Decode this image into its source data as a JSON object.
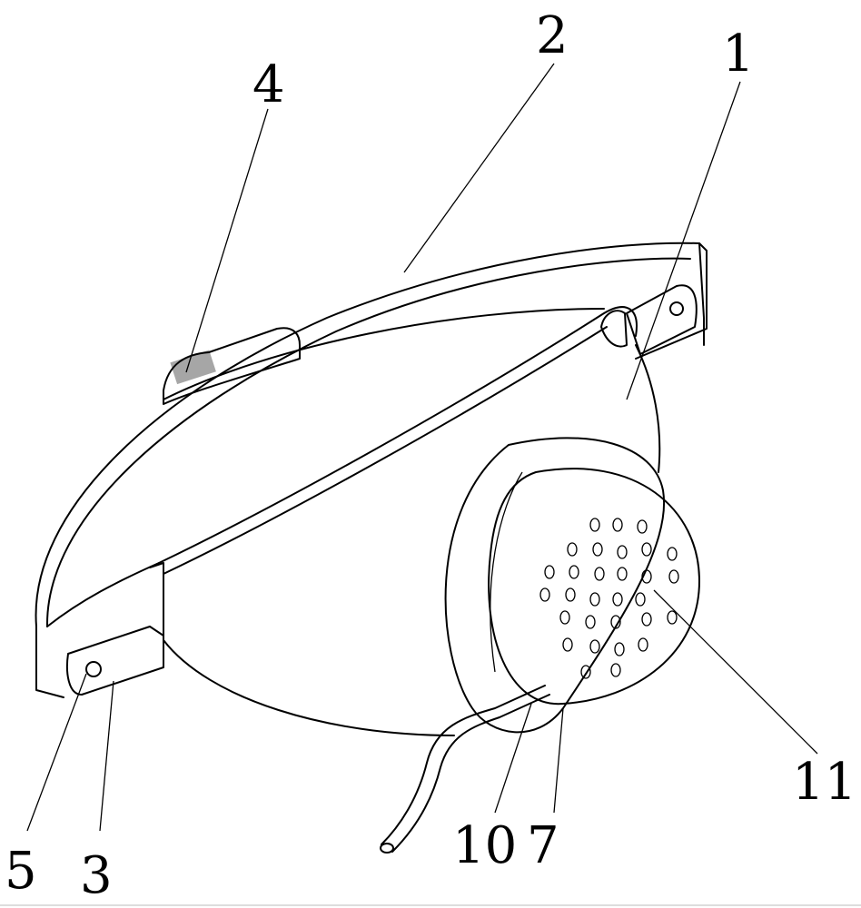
{
  "figure": {
    "labels": {
      "l1": "1",
      "l2": "2",
      "l3": "3",
      "l4": "4",
      "l5": "5",
      "l7": "7",
      "l10": "10",
      "l11": "11"
    }
  }
}
